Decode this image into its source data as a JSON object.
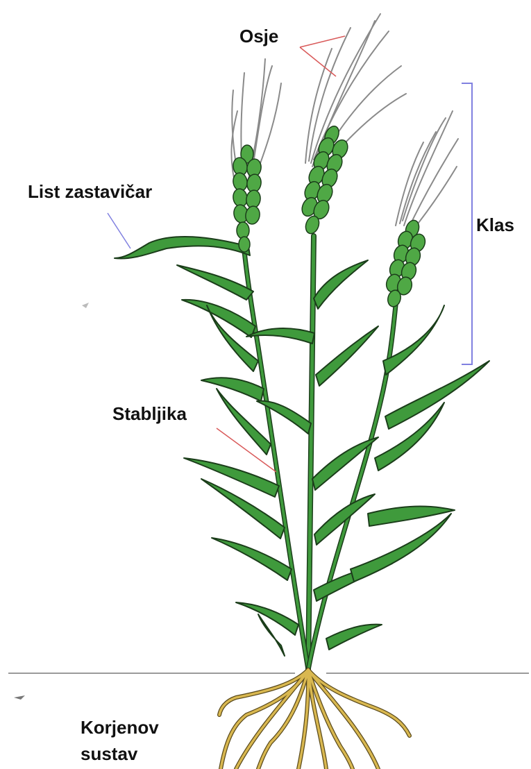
{
  "labels": {
    "awns": "Osje",
    "flag_leaf": "List zastavičar",
    "spike": "Klas",
    "stem": "Stabljika",
    "root_line1": "Korjenov",
    "root_line2": "sustav"
  },
  "colors": {
    "leaf": "#3f9a3c",
    "leaf_edge": "#1b3d1a",
    "grain": "#4fa845",
    "awn": "#8a8a8a",
    "root": "#d9b850",
    "root_edge": "#5a4a1c",
    "ground": "#9a9a9a",
    "pointer_red": "#d95a5a",
    "pointer_blue": "#8080e0"
  }
}
